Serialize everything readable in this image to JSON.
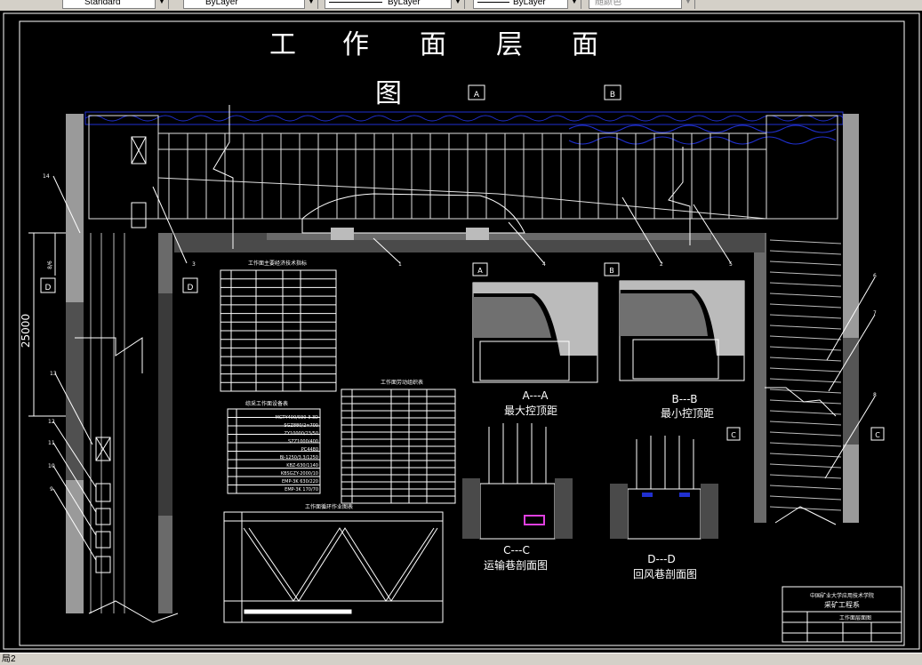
{
  "toolbar": {
    "text_style": "Standard",
    "layer": "ByLayer",
    "linetype": "ByLayer",
    "lineweight": "ByLayer",
    "plot_style": "随颜色"
  },
  "drawing": {
    "title_chars": [
      "工",
      "作",
      "面",
      "层",
      "面"
    ],
    "title_line2": "图",
    "section_a": "A",
    "section_b": "B",
    "section_c": "C",
    "section_d": "D",
    "dim_length": "25000",
    "dim_small": "8/6",
    "callouts": [
      "1",
      "2",
      "3",
      "4",
      "5",
      "6",
      "7",
      "8",
      "9",
      "10",
      "11",
      "12",
      "13",
      "14"
    ],
    "table1_title": "工作面主要经济技术指标",
    "table2_title": "综采工作面设备表",
    "table2_rows": [
      "MGTY400/930-3.3D",
      "SGZ880/2×700",
      "ZY10000/23/50",
      "SZZ1000/400",
      "PC4480",
      "BJ-1250/3.3/1250",
      "KBZ-630/1140",
      "KBSGZY-2000/10",
      "EMP-3K 630/220",
      "EMP-3K 170/70"
    ],
    "table3_title": "工作面劳动组织表",
    "table4_title": "工作面循环作业图表",
    "section_aa_label": "A---A",
    "section_aa_caption": "最大控顶距",
    "section_bb_label": "B---B",
    "section_bb_caption": "最小控顶距",
    "section_cc_label": "C---C",
    "section_cc_caption": "运输巷剖面图",
    "section_dd_label": "D---D",
    "section_dd_caption": "回风巷剖面图",
    "titleblock_school": "中国矿业大学应用技术学院",
    "titleblock_dept": "采矿工程系",
    "titleblock_drawing": "工作面层面图"
  },
  "status": {
    "layout_tab": "局2"
  }
}
